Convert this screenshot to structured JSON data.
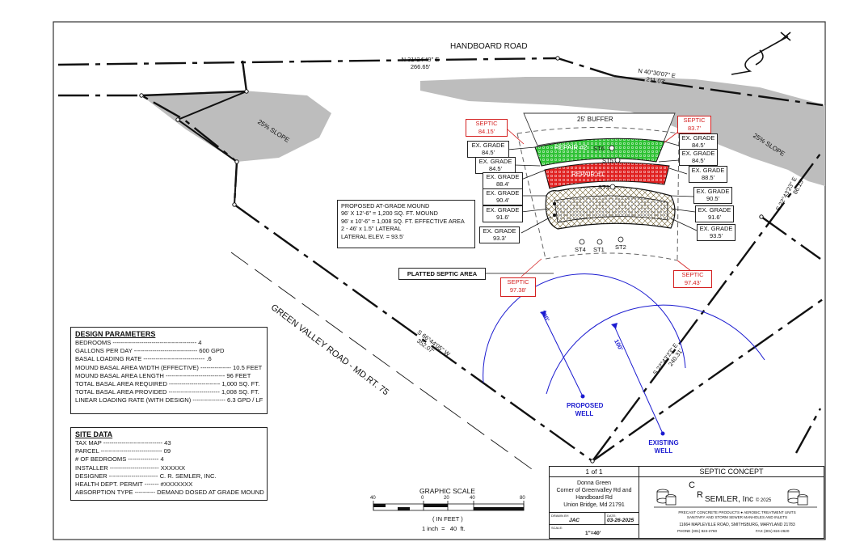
{
  "roads": {
    "handboard": "HANDBOARD ROAD",
    "green_valley": "GREEN VALLEY ROAD - MD.RT. 75"
  },
  "bearings": {
    "top_left": {
      "bearing": "N 31°24'49\" E",
      "dist": "266.65'"
    },
    "top_right": {
      "bearing": "N 40°30'07\" E",
      "dist": "211.03'"
    },
    "right": {
      "bearing": "S 22°43'23\" E",
      "dist": "86.15'"
    },
    "diagonal": {
      "bearing": "S 66°44'05\" W",
      "dist": "352.07'"
    },
    "lower_right": {
      "bearing": "S 22°43'23\" E",
      "dist": "240.31'"
    }
  },
  "slopes": {
    "left": "25% SLOPE",
    "right": "25% SLOPE"
  },
  "buffer": "25' BUFFER",
  "repairs": {
    "r2": "REPAIR #2",
    "r1": "REPAIR #1"
  },
  "test_pits": [
    "ST6",
    "ST5",
    "ST3",
    "ST4",
    "ST1",
    "ST2"
  ],
  "septic_tags": [
    {
      "label": "SEPTIC",
      "value": "84.15'"
    },
    {
      "label": "SEPTIC",
      "value": "83.7'"
    },
    {
      "label": "SEPTIC",
      "value": "97.38'"
    },
    {
      "label": "SEPTIC",
      "value": "97.43'"
    }
  ],
  "grades_left": [
    {
      "label": "EX. GRADE",
      "value": "84.5'"
    },
    {
      "label": "EX. GRADE",
      "value": "84.5'"
    },
    {
      "label": "EX. GRADE",
      "value": "88.4'"
    },
    {
      "label": "EX. GRADE",
      "value": "90.4'"
    },
    {
      "label": "EX. GRADE",
      "value": "91.6'"
    },
    {
      "label": "EX. GRADE",
      "value": "93.3'"
    }
  ],
  "grades_right": [
    {
      "label": "EX. GRADE",
      "value": "84.5'"
    },
    {
      "label": "EX. GRADE",
      "value": "84.5'"
    },
    {
      "label": "EX. GRADE",
      "value": "88.5'"
    },
    {
      "label": "EX. GRADE",
      "value": "90.5'"
    },
    {
      "label": "EX. GRADE",
      "value": "91.6'"
    },
    {
      "label": "EX. GRADE",
      "value": "93.5'"
    }
  ],
  "mound_note": [
    "PROPOSED AT-GRADE MOUND",
    "96' X 12'-6\" = 1,200 SQ. FT. MOUND",
    "96' x 10'-6\" = 1,008 SQ. FT. EFFECTIVE AREA",
    "",
    "2 - 46' x 1.5\" LATERAL",
    "LATERAL ELEV. = 93.5'"
  ],
  "platted": "PLATTED SEPTIC AREA",
  "wells": {
    "proposed": [
      "PROPOSED",
      "WELL"
    ],
    "existing": [
      "EXISTING",
      "WELL"
    ],
    "radius": "100'"
  },
  "design_parameters": {
    "title": "DESIGN PARAMETERS",
    "rows": [
      "BEDROOMS ----------------------------------------- 4",
      "GALLONS PER DAY ------------------------------- 600 GPD",
      "BASAL LOADING RATE ------------------------------ .6",
      "MOUND BASAL AREA WIDTH (EFFECTIVE) --------------- 10.5 FEET",
      "MOUND BASAL AREA LENGTH ----------------------------- 96 FEET",
      "TOTAL BASAL AREA REQUIRED ------------------------- 1,000 SQ. FT.",
      "TOTAL BASAL AREA PROVIDED ------------------------- 1,008 SQ. FT.",
      "LINEAR LOADING RATE (WITH DESIGN) ---------------- 6.3 GPD / LF"
    ]
  },
  "site_data": {
    "title": "SITE DATA",
    "rows": [
      "TAX MAP ----------------------------- 43",
      "PARCEL ------------------------------ 09",
      "# OF BEDROOMS --------------- 4",
      "INSTALLER ------------------------ XXXXXX",
      "DESIGNER ------------------------ C. R. SEMLER, INC.",
      "HEALTH DEPT. PERMIT ------- #XXXXXXX",
      "ABSORPTION TYPE  ---------- DEMAND DOSED AT GRADE MOUND"
    ]
  },
  "scale": {
    "title": "GRAPHIC SCALE",
    "ticks": [
      "40",
      "0",
      "20",
      "40",
      "80"
    ],
    "unit": "( IN FEET )",
    "ratio": "1 inch  =   40  ft."
  },
  "title_block": {
    "sheet": "1 of 1",
    "title": "SEPTIC CONCEPT",
    "owner": [
      "Donna Green",
      "Corner of Greenvalley Rd and",
      "Handboard Rd",
      "Union Bridge, Md 21791"
    ],
    "drawn_by_label": "DRAWN BY:",
    "drawn_by": "JAC",
    "date_label": "DATE:",
    "date": "03-26-2025",
    "scale_label": "SCALE:",
    "scale": "1\"=40'",
    "company_c": "C",
    "company_r": "R",
    "company_name": "SEMLER, Inc",
    "copyright": "© 2025",
    "line1": "PRECAST CONCRETE PRODUCTS ● AEROBIC TREATMENT UNITS",
    "line2": "SANITARY AND STORM SEWER MANHOLES AND INLETS",
    "address": "11664 MAPLEVILLE ROAD, SMITHSBURG, MARYLAND 21783",
    "phone": "PHONE (301) 824-2760",
    "fax": "FAX (301) 824-2620"
  },
  "colors": {
    "red": "#d42020",
    "green": "#22b526",
    "blue": "#1b1bd0",
    "slope": "#bdbdbd"
  }
}
